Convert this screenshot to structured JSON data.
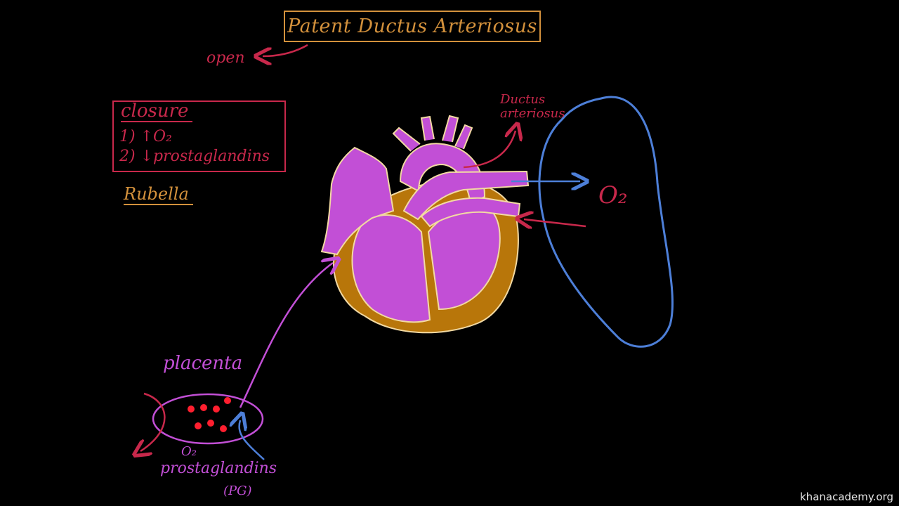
{
  "title": "Patent Ductus Arteriosus",
  "open_label": "open",
  "closure": {
    "heading": "closure",
    "items": [
      "1) ↑O₂",
      "2) ↓prostaglandins"
    ]
  },
  "rubella_label": "Rubella",
  "ductus_label_line1": "Ductus",
  "ductus_label_line2": "arteriosus",
  "lung_o2_label": "O₂",
  "placenta_label": "placenta",
  "placenta_o2_label": "O₂",
  "placenta_pg_label": "prostaglandins",
  "placenta_pg_abbrev": "(PG)",
  "watermark": "khanacademy.org",
  "colors": {
    "background": "#000000",
    "red": "#c8284b",
    "orange": "#d3913c",
    "heart_magenta": "#c24fd6",
    "heart_wall": "#b8760a",
    "blue": "#4d7fd8",
    "dot_red": "#ff1f2f"
  }
}
